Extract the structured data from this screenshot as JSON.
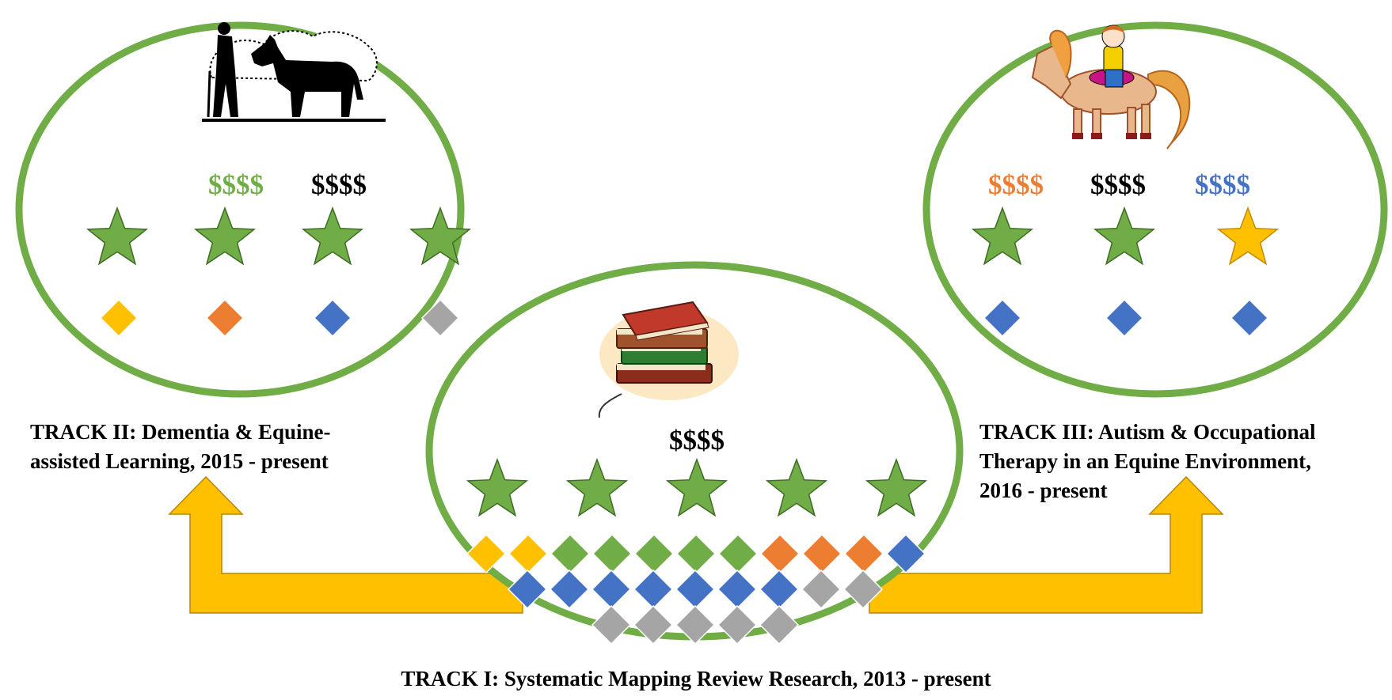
{
  "colors": {
    "green": "#70ad47",
    "yellow": "#ffc000",
    "orange": "#ed7d31",
    "blue": "#4472c4",
    "gray": "#a5a5a5",
    "black": "#000000"
  },
  "track2": {
    "caption_line1": "TRACK II: Dementia & Equine-",
    "caption_line2": "assisted Learning, 2015 - present",
    "image": "person-with-horse-silhouette",
    "funding": [
      {
        "label": "$$$$",
        "color": "green"
      },
      {
        "label": "$$$$",
        "color": "black"
      }
    ],
    "stars": [
      "green",
      "green",
      "green",
      "green"
    ],
    "diamonds": [
      "yellow",
      "orange",
      "blue",
      "gray"
    ]
  },
  "track3": {
    "caption_line1": "TRACK III: Autism & Occupational",
    "caption_line2": "Therapy in an Equine Environment,",
    "caption_line3": "2016 - present",
    "image": "child-riding-pony",
    "funding": [
      {
        "label": "$$$$",
        "color": "orange"
      },
      {
        "label": "$$$$",
        "color": "black"
      },
      {
        "label": "$$$$",
        "color": "blue"
      }
    ],
    "stars": [
      "green",
      "green",
      "yellow"
    ],
    "diamonds": [
      "blue",
      "blue",
      "blue"
    ]
  },
  "track1": {
    "caption": "TRACK I: Systematic Mapping Review Research, 2013 - present",
    "image": "stack-of-books",
    "funding": [
      {
        "label": "$$$$",
        "color": "black"
      }
    ],
    "stars": [
      "green",
      "green",
      "green",
      "green",
      "green"
    ],
    "diamond_rows": [
      [
        "yellow",
        "yellow",
        "green",
        "green",
        "green",
        "green",
        "green",
        "orange",
        "orange",
        "orange",
        "blue"
      ],
      [
        "blue",
        "blue",
        "blue",
        "blue",
        "blue",
        "blue",
        "blue",
        "gray",
        "gray"
      ],
      [
        "gray",
        "gray",
        "gray",
        "gray",
        "gray"
      ]
    ]
  },
  "arrows": [
    {
      "name": "arrow-to-track2",
      "color": "yellow"
    },
    {
      "name": "arrow-to-track3",
      "color": "yellow"
    }
  ]
}
